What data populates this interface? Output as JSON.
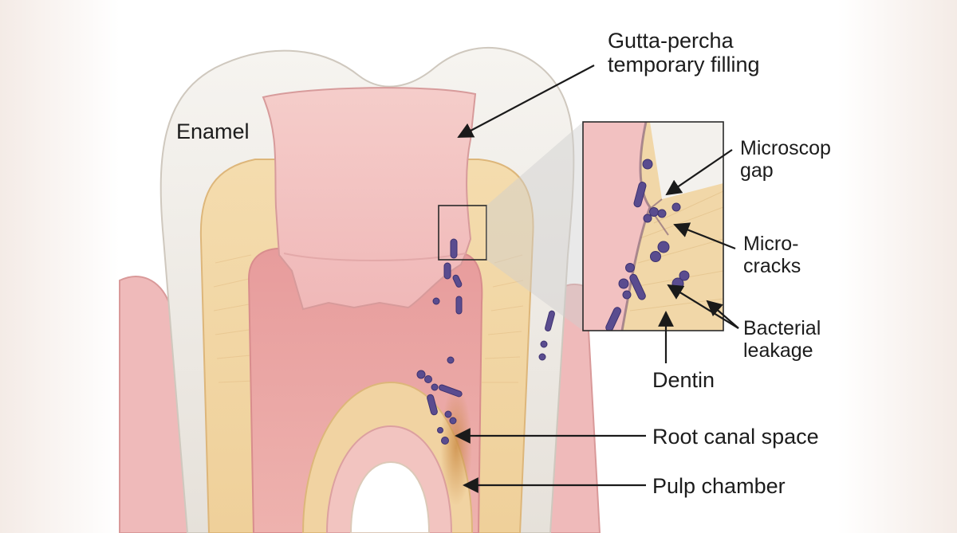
{
  "labels": {
    "enamel": "Enamel",
    "gutta_percha": [
      "Gutta-percha",
      "temporary filling"
    ],
    "microscopic_gap": [
      "Microscop",
      "gap"
    ],
    "micro_cracks": [
      "Micro-",
      "cracks"
    ],
    "bacterial_leakage": [
      "Bacterial",
      "leakage"
    ],
    "dentin": "Dentin",
    "root_canal_space": "Root canal space",
    "pulp_chamber": "Pulp chamber"
  },
  "colors": {
    "enamel": "#ede9e3",
    "dentin": "#f1d7a6",
    "filling": "#f2bfc0",
    "pulp": "#e9a3a3",
    "gum": "#efb9b9",
    "bacteria": "#5a4c8f",
    "line": "#1a1a1a"
  }
}
